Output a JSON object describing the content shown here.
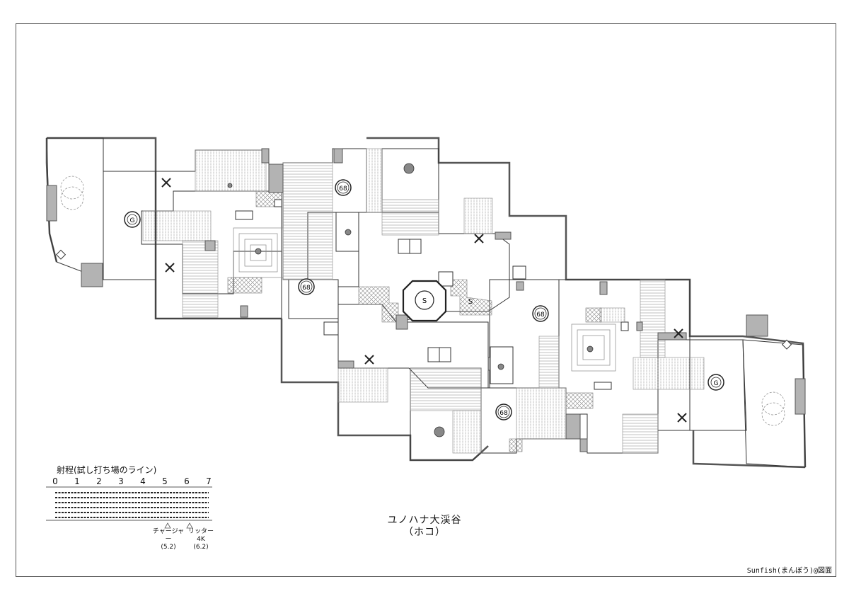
{
  "map": {
    "title": "ユノハナ大渓谷",
    "mode": "（ホコ）",
    "credit": "Sunfish(まんぼう)@図面"
  },
  "markers": {
    "grate_label": "68",
    "goal_label": "G",
    "spawn_label": "S"
  },
  "range_scale": {
    "title": "射程(試し打ち場のライン)",
    "ticks": [
      "0",
      "1",
      "2",
      "3",
      "4",
      "5",
      "6",
      "7"
    ],
    "weapons": [
      {
        "name": "チャージャー",
        "range": "(5.2)"
      },
      {
        "name": "リッター4K",
        "range": "(6.2)"
      }
    ]
  },
  "colors": {
    "wall": "#555555",
    "block": "#b3b3b3",
    "ink": "#222222"
  }
}
